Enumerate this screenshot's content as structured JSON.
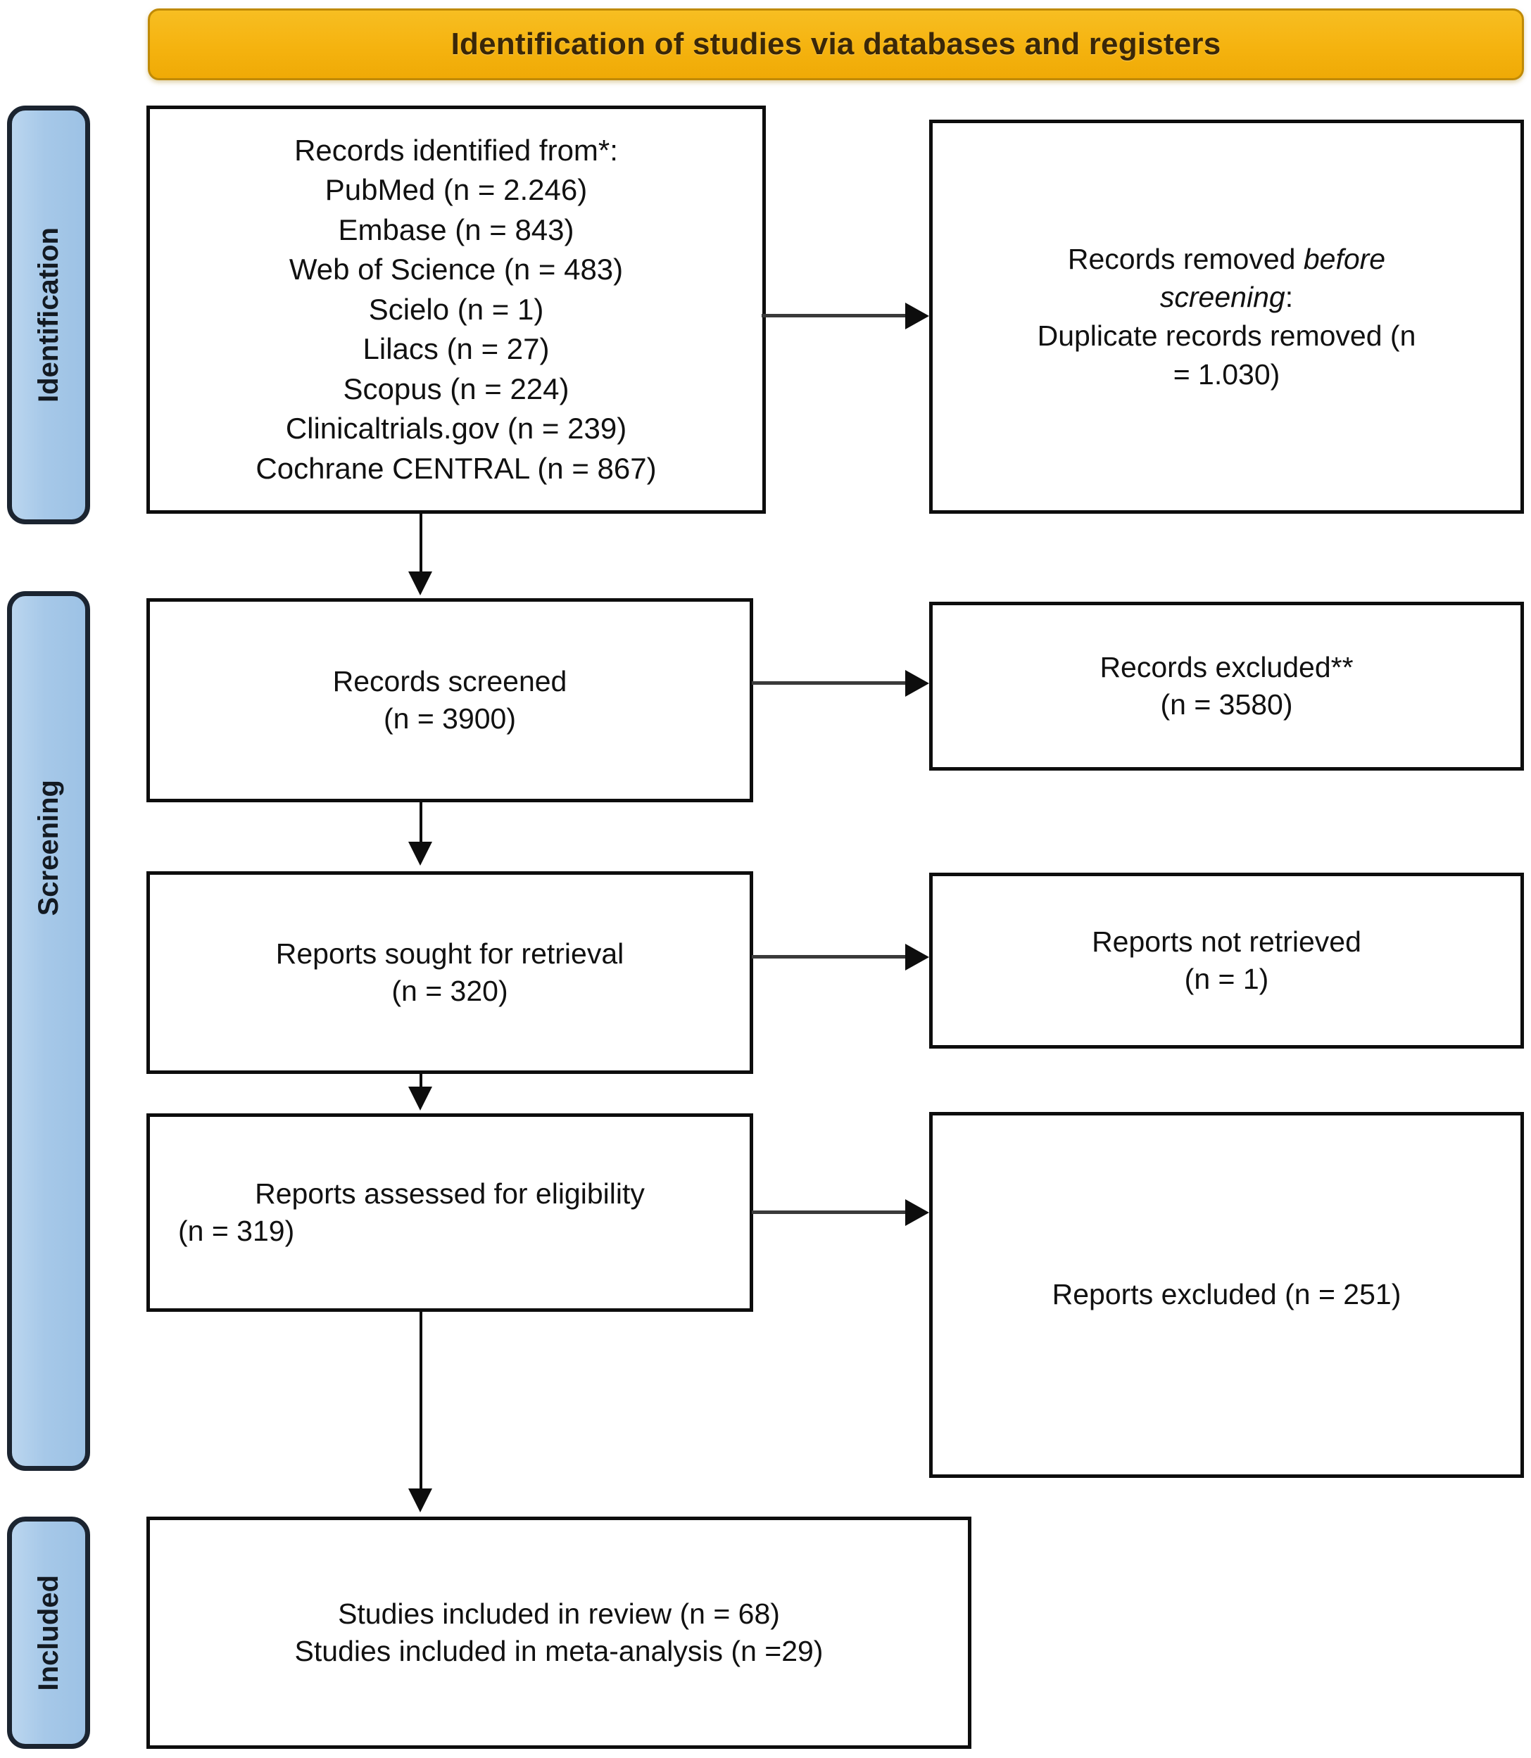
{
  "banner": {
    "title": "Identification of studies via databases and registers",
    "color": "#F5B31A",
    "text_color": "#3A2708"
  },
  "phases": {
    "color": "#A6C8E8",
    "items": [
      {
        "id": "identification",
        "label": "Identification"
      },
      {
        "id": "screening",
        "label": "Screening"
      },
      {
        "id": "included",
        "label": "Included"
      }
    ]
  },
  "flow": {
    "identified": {
      "heading": "Records identified from*:",
      "sources": [
        "PubMed (n = 2.246)",
        "Embase (n = 843)",
        "Web of Science (n = 483)",
        "Scielo (n = 1)",
        "Lilacs (n = 27)",
        "Scopus (n = 224)",
        "Clinicaltrials.gov (n = 239)",
        "Cochrane CENTRAL (n = 867)"
      ]
    },
    "removed": {
      "line1_pre": "Records removed ",
      "line1_em": "before",
      "line2_em": "screening",
      "line2_post": ":",
      "line3": "Duplicate records removed (n",
      "line4": "= 1.030)"
    },
    "screened": {
      "label": "Records screened",
      "count": "(n = 3900)"
    },
    "excluded": {
      "label": "Records excluded**",
      "count": "(n = 3580)"
    },
    "sought": {
      "label": "Reports sought for retrieval",
      "count": "(n = 320)"
    },
    "not_retrieved": {
      "label": "Reports not retrieved",
      "count": "(n = 1)"
    },
    "assessed": {
      "label": "Reports assessed for eligibility",
      "count": "(n = 319)"
    },
    "reports_excluded": {
      "label": "Reports excluded (n = 251)"
    },
    "included": {
      "line1": "Studies included in review (n = 68)",
      "line2": "Studies included in meta-analysis (n =29)"
    }
  }
}
